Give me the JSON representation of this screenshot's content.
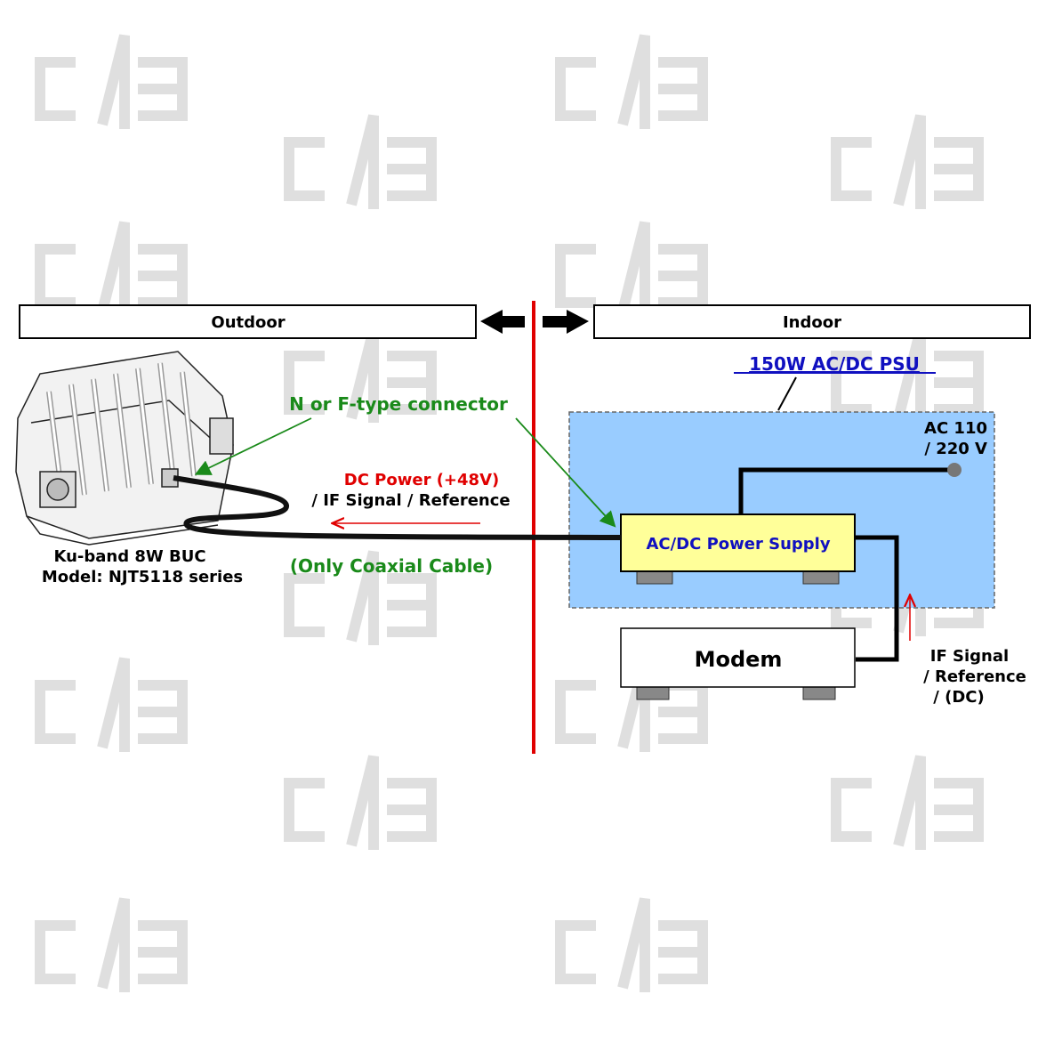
{
  "zones": {
    "outdoor": "Outdoor",
    "indoor": "Indoor"
  },
  "psu": {
    "title": "150W AC/DC PSU",
    "power_supply_label": "AC/DC Power Supply",
    "ac_line": "AC 110",
    "ac_line2": "/ 220 V"
  },
  "buc": {
    "name_line1": "Ku-band 8W BUC",
    "name_line2": "Model: NJT5118 series"
  },
  "connector": {
    "label": "N or F-type connector"
  },
  "cable": {
    "dc_power": "DC Power (+48V)",
    "signals": "/ IF Signal / Reference",
    "type": "(Only Coaxial Cable)"
  },
  "modem": {
    "label": "Modem"
  },
  "if_signal": {
    "line1": "IF Signal",
    "line2": "/ Reference",
    "line3": "/ (DC)"
  },
  "colors": {
    "red": "#e00000",
    "green": "#1a8a1a",
    "blue": "#1010c0",
    "psu_fill": "#99ccff",
    "supply_fill": "#ffff99",
    "watermark": "#dcdcdc"
  },
  "watermark_glyph": "logo-watermark"
}
